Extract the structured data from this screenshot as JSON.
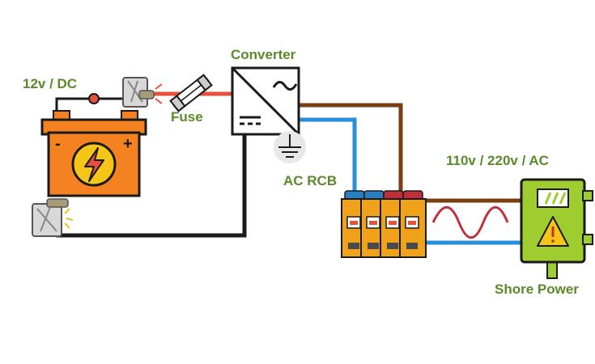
{
  "labels": {
    "battery": "12v / DC",
    "fuse": "Fuse",
    "converter": "Converter",
    "rcb": "AC RCB",
    "ac": "110v / 220v / AC",
    "shore": "Shore Power"
  },
  "battery": {
    "negative_sign": "-",
    "positive_sign": "+"
  },
  "colors": {
    "label_green": "#5b8a2a",
    "wire_red": "#e8503a",
    "wire_black": "#1a1a1a",
    "wire_brown": "#7a3e12",
    "wire_blue": "#2a8fd8",
    "battery_orange": "#f58220",
    "shore_green": "#9fcc2e",
    "breaker_yellow": "#f0a21a"
  },
  "icons": [
    "battery-icon",
    "bolt-icon",
    "fuse-icon",
    "converter-icon",
    "ground-icon",
    "sine-wave-icon",
    "warning-icon",
    "spark-icon"
  ]
}
